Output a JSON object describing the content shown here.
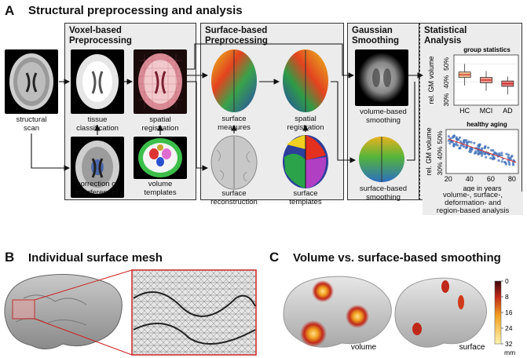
{
  "panel_a": {
    "letter": "A",
    "title": "Structural preprocessing and analysis",
    "structural_scan": "structural\nscan",
    "voxel": {
      "title": "Voxel-based\nPreprocessing",
      "tissue_classification": "tissue\nclassification",
      "spatial_registration": "spatial\nregistration",
      "correction": "correction of\ninterferences",
      "volume_templates": "volume\ntemplates"
    },
    "surface": {
      "title": "Surface-based\nPreprocessing",
      "surface_measures": "surface\nmeasures",
      "spatial_registration": "spatial\nregistration",
      "surface_reconstruction": "surface\nreconstruction",
      "surface_templates": "surface\ntemplates"
    },
    "smoothing": {
      "title": "Gaussian\nSmoothing",
      "volume_based": "volume-based\nsmoothing",
      "surface_based": "surface-based\nsmoothing"
    },
    "stats": {
      "title": "Statistical\nAnalysis",
      "footer": "volume-, surface-,\ndeformation- and\nregion-based analysis"
    }
  },
  "panel_b": {
    "letter": "B",
    "title": "Individual surface mesh"
  },
  "panel_c": {
    "letter": "C",
    "title": "Volume vs. surface-based smoothing",
    "volume_label": "volume",
    "surface_label": "surface",
    "colorbar_ticks": [
      "0",
      "8",
      "16",
      "24",
      "32"
    ],
    "colorbar_unit": "mm"
  },
  "chart_data": [
    {
      "type": "box",
      "title": "group statistics",
      "ylabel": "rel. GM volume",
      "categories": [
        "HC",
        "MCI",
        "AD"
      ],
      "yticks": [
        "30%",
        "40%",
        "50%"
      ],
      "ylim": [
        0.27,
        0.55
      ],
      "boxes": [
        {
          "name": "HC",
          "q1": 0.425,
          "median": 0.44,
          "q3": 0.455,
          "whisker_low": 0.38,
          "whisker_high": 0.5,
          "color": "#f0c090"
        },
        {
          "name": "MCI",
          "q1": 0.395,
          "median": 0.41,
          "q3": 0.425,
          "whisker_low": 0.35,
          "whisker_high": 0.46,
          "color": "#e89a8a"
        },
        {
          "name": "AD",
          "q1": 0.375,
          "median": 0.39,
          "q3": 0.405,
          "whisker_low": 0.33,
          "whisker_high": 0.43,
          "color": "#e07a7a"
        }
      ]
    },
    {
      "type": "scatter",
      "title": "healthy aging",
      "xlabel": "age in years",
      "ylabel": "rel. GM volume",
      "xticks": [
        "20",
        "40",
        "60",
        "80"
      ],
      "yticks": [
        "30%",
        "40%",
        "50%"
      ],
      "xlim": [
        18,
        86
      ],
      "ylim": [
        0.27,
        0.55
      ],
      "trend": {
        "start": [
          20,
          0.49
        ],
        "end": [
          84,
          0.34
        ]
      },
      "point_color": "#3f6fb8",
      "line_color": "#d33"
    }
  ]
}
